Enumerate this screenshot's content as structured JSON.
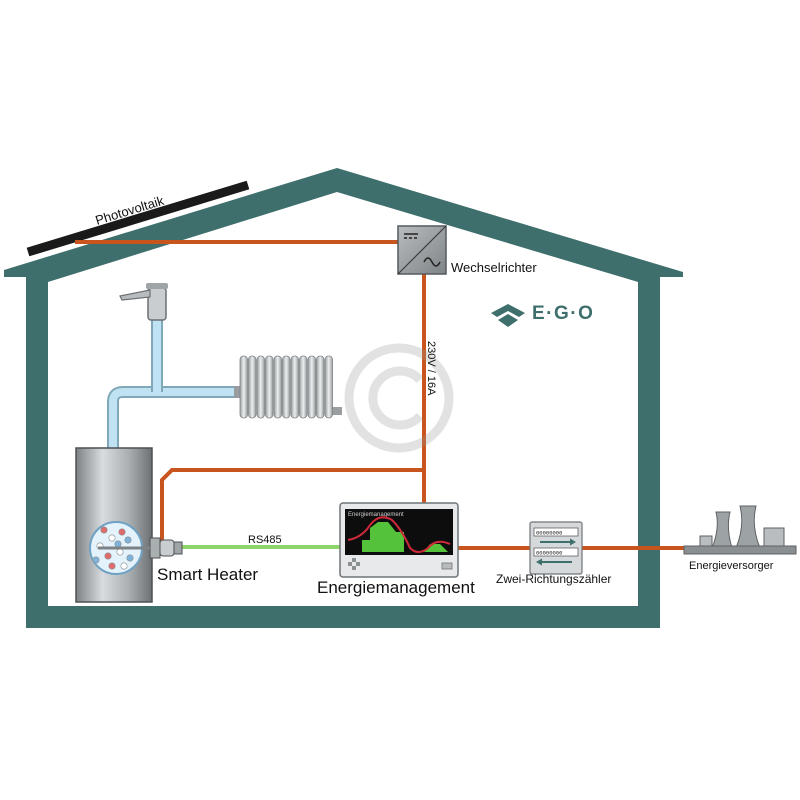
{
  "labels": {
    "photovoltaik": "Photovoltaik",
    "wechselrichter": "Wechselrichter",
    "voltage": "230V / 16A",
    "rs485": "RS485",
    "smart_heater": "Smart Heater",
    "energiemanagement": "Energiemanagement",
    "zaehler": "Zwei-Richtungszähler",
    "energieversorger": "Energieversorger"
  },
  "brand": {
    "logo_text": "E·G·O"
  },
  "device": {
    "screen_title": "Energiemanagement"
  },
  "meter": {
    "counter_top": "00000000",
    "counter_bottom": "00000000"
  },
  "watermark": "©",
  "colors": {
    "house": "#3f6f6d",
    "power_line": "#c8551e",
    "data_line": "#8fd46a",
    "water_pipe": "#bfe3f2",
    "pv_panel": "#1a1a1a"
  }
}
